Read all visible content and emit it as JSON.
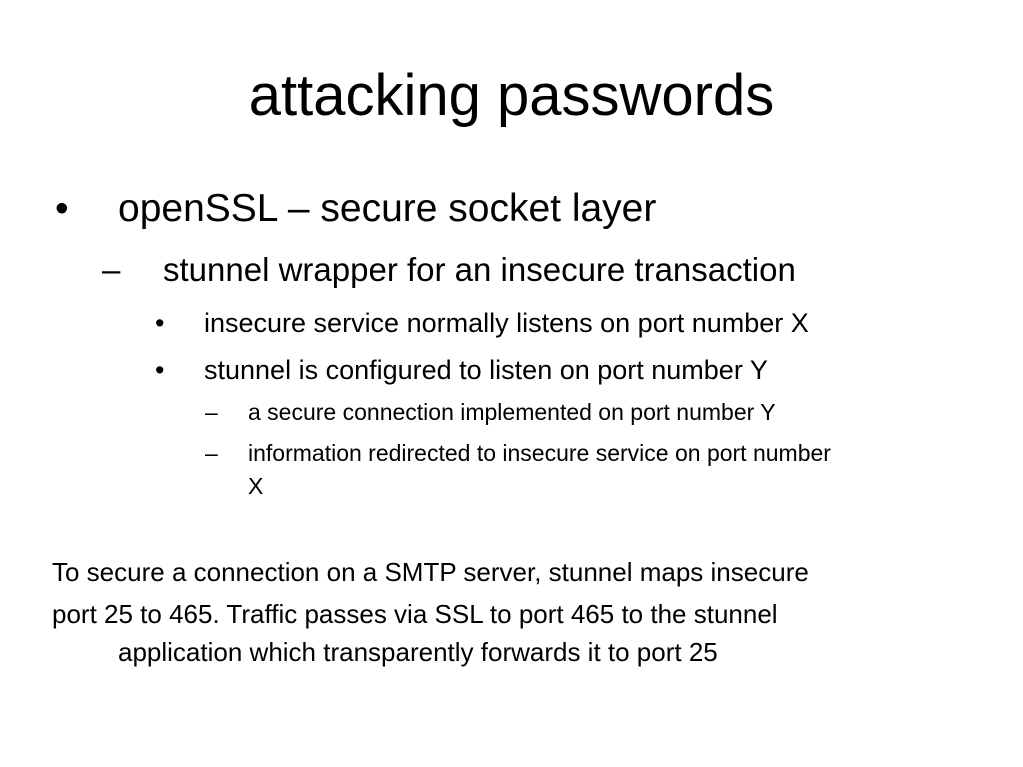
{
  "slide": {
    "title": "attacking passwords",
    "bullets": [
      {
        "marker": "•",
        "text": "openSSL – secure socket layer"
      },
      {
        "marker": "–",
        "text": "stunnel wrapper for an insecure transaction"
      },
      {
        "marker": "•",
        "text": "insecure service normally listens on port number X"
      },
      {
        "marker": "•",
        "text": "stunnel is configured to listen on port number Y"
      },
      {
        "marker": "–",
        "text": "a secure connection implemented on port number Y"
      },
      {
        "marker": "–",
        "text_line1": "information redirected to insecure service on port number",
        "text_line2": "X"
      }
    ],
    "paragraph": {
      "line1": "To secure a connection on a SMTP server, stunnel maps insecure",
      "line2": "port 25 to 465. Traffic passes via SSL to port 465 to the stunnel",
      "line3": "application  which transparently forwards it to port 25"
    }
  }
}
